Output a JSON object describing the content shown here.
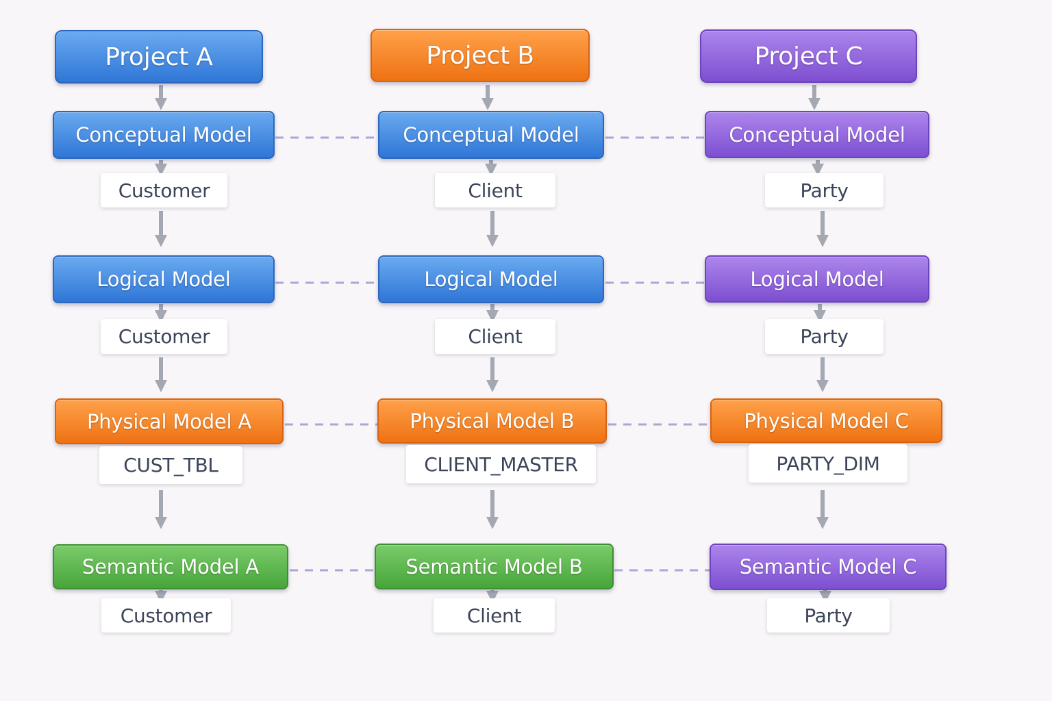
{
  "colors": {
    "blue": "#3b82e0",
    "orange": "#f5811f",
    "purple": "#8e5ee0",
    "green": "#57b34a",
    "arrow": "#a3a8b3",
    "dashed_link": "#a9a6d8"
  },
  "projects": [
    {
      "title": "Project A",
      "conceptual": {
        "label": "Conceptual Model",
        "entity": "Customer"
      },
      "logical": {
        "label": "Logical Model",
        "entity": "Customer"
      },
      "physical": {
        "label": "Physical Model A",
        "entity": "CUST_TBL"
      },
      "semantic": {
        "label": "Semantic Model A",
        "entity": "Customer"
      }
    },
    {
      "title": "Project B",
      "conceptual": {
        "label": "Conceptual Model",
        "entity": "Client"
      },
      "logical": {
        "label": "Logical Model",
        "entity": "Client"
      },
      "physical": {
        "label": "Physical Model B",
        "entity": "CLIENT_MASTER"
      },
      "semantic": {
        "label": "Semantic Model B",
        "entity": "Client"
      }
    },
    {
      "title": "Project C",
      "conceptual": {
        "label": "Conceptual Model",
        "entity": "Party"
      },
      "logical": {
        "label": "Logical Model",
        "entity": "Party"
      },
      "physical": {
        "label": "Physical Model C",
        "entity": "PARTY_DIM"
      },
      "semantic": {
        "label": "Semantic Model C",
        "entity": "Party"
      }
    }
  ]
}
